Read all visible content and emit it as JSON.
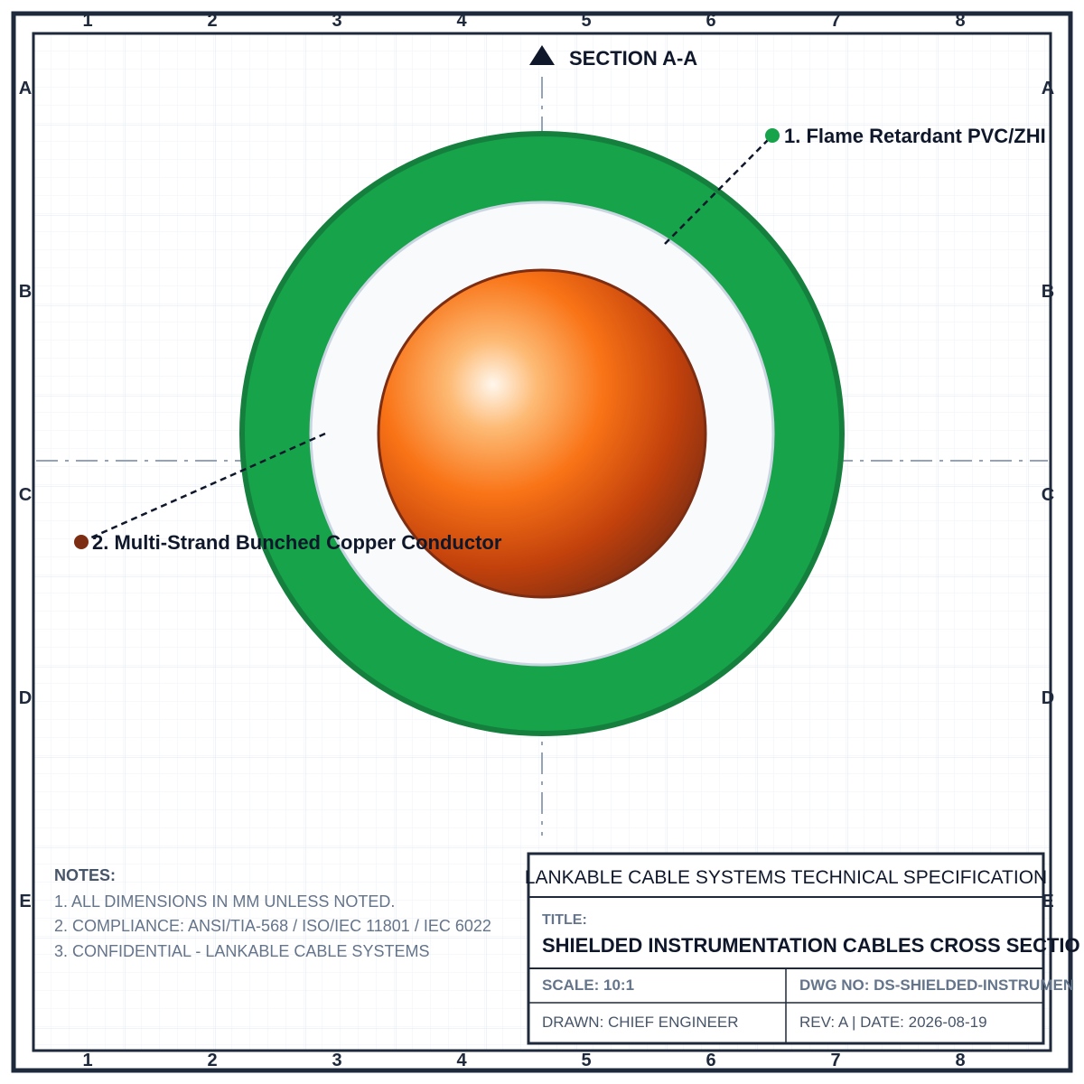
{
  "grid": {
    "columns": [
      "1",
      "2",
      "3",
      "4",
      "5",
      "6",
      "7",
      "8"
    ],
    "rows": [
      "A",
      "B",
      "C",
      "D",
      "E"
    ]
  },
  "section": {
    "label": "SECTION A-A"
  },
  "callouts": [
    {
      "label": "1. Flame Retardant PVC/ZHI"
    },
    {
      "label": "2. Multi-Strand Bunched Copper Conductor"
    }
  ],
  "notes": {
    "title": "NOTES:",
    "items": [
      "1. ALL DIMENSIONS IN MM UNLESS NOTED.",
      "2. COMPLIANCE: ANSI/TIA-568 / ISO/IEC 11801 / IEC 6022",
      "3. CONFIDENTIAL - LANKABLE CABLE SYSTEMS"
    ]
  },
  "title_block": {
    "heading": "LANKABLE CABLE SYSTEMS TECHNICAL SPECIFICATION",
    "title_label": "TITLE:",
    "title": "SHIELDED INSTRUMENTATION CABLES CROSS SECTIO",
    "scale": "SCALE: 10:1",
    "dwg_no": "DWG NO: DS-SHIELDED-INSTRUMEN",
    "drawn": "DRAWN: CHIEF ENGINEER",
    "rev_date": "REV: A | DATE: 2026-08-19"
  },
  "colors": {
    "jacket": "#16a34a",
    "jacket_edge": "#15803d",
    "insulation": "#f8fafc",
    "conductor": "#ea580c",
    "conductor_edge": "#7c2d12",
    "frame": "#1e293b",
    "grid": "#e2e8f0",
    "centerline": "#94a3b8",
    "callout_1_dot": "#16a34a",
    "callout_2_dot": "#7c2d12"
  }
}
